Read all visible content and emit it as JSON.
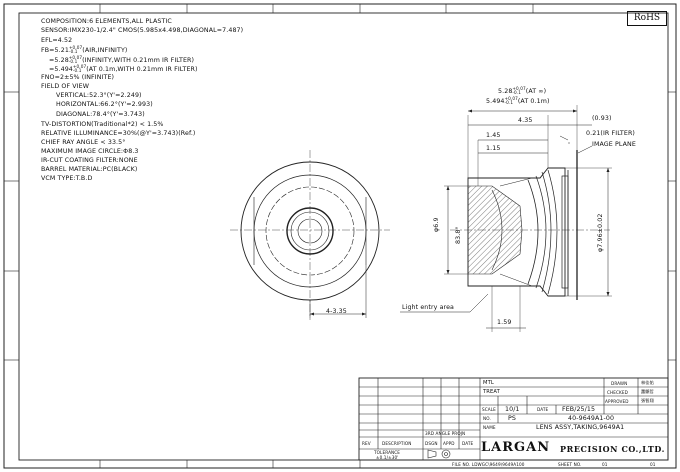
{
  "badge": "RoHS",
  "specs": {
    "composition": "COMPOSITION:6 ELEMENTS,ALL PLASTIC",
    "sensor": "SENSOR:IMX230-1/2.4\" CMOS(5.985x4.498,DIAGONAL=7.487)",
    "efl": "EFL=4.52",
    "fb1": "FB=5.21",
    "fb1_sup": "+0.07",
    "fb1_sub": "-0.1",
    "fb1_tail": "(AIR,INFINITY)",
    "fb2": "=5.28",
    "fb2_sup": "+0.07",
    "fb2_sub": "-0.1",
    "fb2_tail": "(INFINITY,WITH 0.21mm IR FILTER)",
    "fb3": "=5.494",
    "fb3_sup": "+0.07",
    "fb3_sub": "-0.1",
    "fb3_tail": "(AT 0.1m,WITH 0.21mm IR FILTER)",
    "fno": "FNO=2±5% (INFINITE)",
    "fov_title": "FIELD OF VIEW",
    "vertical": "VERTICAL:52.3°(Y'=2.249)",
    "horizontal": "HORIZONTAL:66.2°(Y'=2.993)",
    "diagonal": "DIAGONAL:78.4°(Y'=3.743)",
    "tv_distortion": "TV-DISTORTION(Traditional*2) < 1.5%",
    "relative_illuminance": "RELATIVE ILLUMINANCE=30%(@Y'=3.743)(Ref.)",
    "cra": "CHIEF RAY ANGLE < 33.5°",
    "image_circle": "MAXIMUM IMAGE CIRCLE:Φ8.3",
    "ir_cut": "IR-CUT COATING FILTER:NONE",
    "barrel": "BARREL MATERIAL:PC(BLACK)",
    "vcm": "VCM TYPE:T.B.D"
  },
  "dimensions": {
    "top1": "5.28",
    "top1_sup": "+0.07",
    "top1_sub": "-0.1",
    "top1_tail": "(AT ∞)",
    "top2": "5.494",
    "top2_sup": "+0.07",
    "top2_sub": "-0.1",
    "top2_tail": "(AT 0.1m)",
    "d435": "4.35",
    "d093": "(0.93)",
    "d145": "1.45",
    "ir_filter": "0.21(IR FILTER)",
    "d115": "1.15",
    "image_plane": "IMAGE PLANE",
    "phi69": "φ6.9",
    "d838": "83.8°",
    "phi796": "φ7.96±0.02",
    "d4335": "4-3.35",
    "light_entry": "Light entry area",
    "d159": "1.59"
  },
  "title_block": {
    "mtl_label": "MTL",
    "treat_label": "TREAT",
    "scale_label": "SCALE",
    "scale_value": "10/1",
    "date_label": "DATE",
    "date_value": "FEB/25/15",
    "no_label": "NO.",
    "no_value": "PS",
    "part_number": "40-9649A1-00",
    "name_label": "NAME",
    "name_value": "LENS ASSY,TAKING,9649A1",
    "drawn_label": "DRAWN",
    "drawn_by": "林佳佑",
    "checked_label": "CHECKED",
    "checked_by": "蕭顯哲",
    "approved_label": "APPROVED",
    "approved_by": "張智翔",
    "rev_label": "REV",
    "description_label": "DESCRIPTION",
    "dsgn_label": "DSGN",
    "appd_label": "APPD",
    "date_col_label": "DATE",
    "tolerance_label": "TOLERANCE",
    "tolerance_value": "±0.1/±30'",
    "projection_label": "3RD ANGLE PROJN",
    "company_logo": "LARGAN",
    "company_name": "PRECISION CO.,LTD.",
    "file_no": "FILE NO. LDWGC\\9649\\9649A100",
    "sheet_no": "SHEET NO.",
    "sheet_value": "01",
    "sheet_total": "01"
  }
}
